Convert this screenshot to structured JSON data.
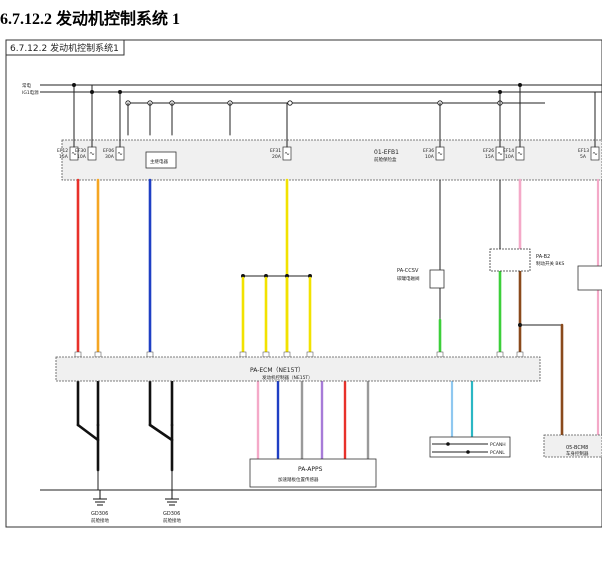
{
  "heading": "6.7.12.2 发动机控制系统 1",
  "diagram_tab": "6.7.12.2 发动机控制系统1",
  "rails": {
    "rail1": "常电",
    "rail2": "IG1电源"
  },
  "fuse_box": {
    "name": "01-EFB1",
    "desc": "前舱保险盒"
  },
  "fuses": [
    {
      "id": "EF12",
      "rating": "15A"
    },
    {
      "id": "EF30",
      "rating": "10A"
    },
    {
      "id": "EF06",
      "rating": "30A"
    },
    {
      "id": "EF31",
      "rating": "20A"
    },
    {
      "id": "EF36",
      "rating": "10A"
    },
    {
      "id": "EF26",
      "rating": "15A"
    },
    {
      "id": "EF14",
      "rating": "10A"
    },
    {
      "id": "EF13",
      "rating": "5A"
    }
  ],
  "relay_label": "主继电器",
  "ecm": {
    "name": "PA-ECM（NE15T）",
    "desc": "发动机控制器（NE15T）"
  },
  "ccsv": {
    "name": "PA-CCSV",
    "desc": "碳罐电磁阀"
  },
  "bks": {
    "name": "PA-B2",
    "desc": "制动开关 BKS"
  },
  "apps": {
    "name": "PA-APPS",
    "desc": "加速踏板位置传感器"
  },
  "bcm": {
    "name": "05-BCM8",
    "desc": "车身控制器"
  },
  "grounds": [
    {
      "id": "GD306",
      "desc": "前舱接地"
    },
    {
      "id": "GD306",
      "desc": "前舱接地"
    }
  ],
  "can_labels": [
    "PCANH",
    "PCANL"
  ],
  "colors": {
    "red": "#e8312a",
    "orange": "#f5a623",
    "blue": "#1f3fc4",
    "yellow": "#f2e200",
    "green": "#3ccf3a",
    "pink": "#f4a9c8",
    "brown": "#8a4a1c",
    "black": "#111111",
    "gray": "#9a9a9a",
    "purple": "#a77bd8",
    "teal": "#2bb7c4",
    "lightblue": "#8fc8f0"
  }
}
